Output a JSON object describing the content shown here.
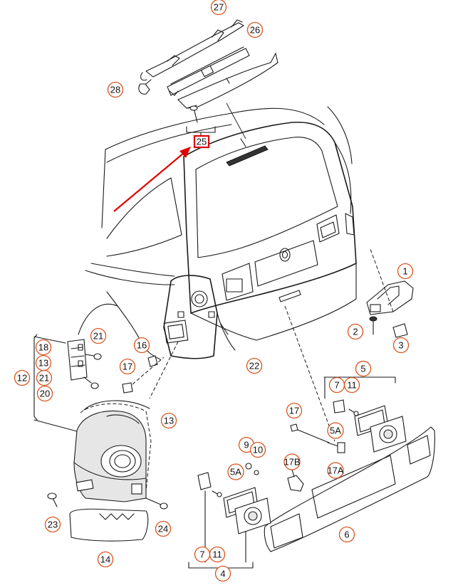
{
  "diagram": {
    "highlighted_callout": "25",
    "callouts": {
      "c1": "1",
      "c2": "2",
      "c3": "3",
      "c4": "4",
      "c5": "5",
      "c5a_left": "5A",
      "c5a_right": "5A",
      "c6": "6",
      "c7_left": "7",
      "c7_right": "7",
      "c9": "9",
      "c10": "10",
      "c11_left": "11",
      "c11_right": "11",
      "c12": "12",
      "c13_left": "13",
      "c13_right": "13",
      "c14": "14",
      "c16": "16",
      "c17_left": "17",
      "c17_right": "17",
      "c17a": "17A",
      "c17b": "17B",
      "c18": "18",
      "c20": "20",
      "c21_top": "21",
      "c21_left": "21",
      "c22": "22",
      "c23": "23",
      "c24": "24",
      "c25": "25",
      "c26": "26",
      "c27": "27",
      "c28": "28"
    },
    "colors": {
      "callout_ring": "#d9531e",
      "highlight": "#e00000",
      "line": "#1a1a1a"
    }
  }
}
